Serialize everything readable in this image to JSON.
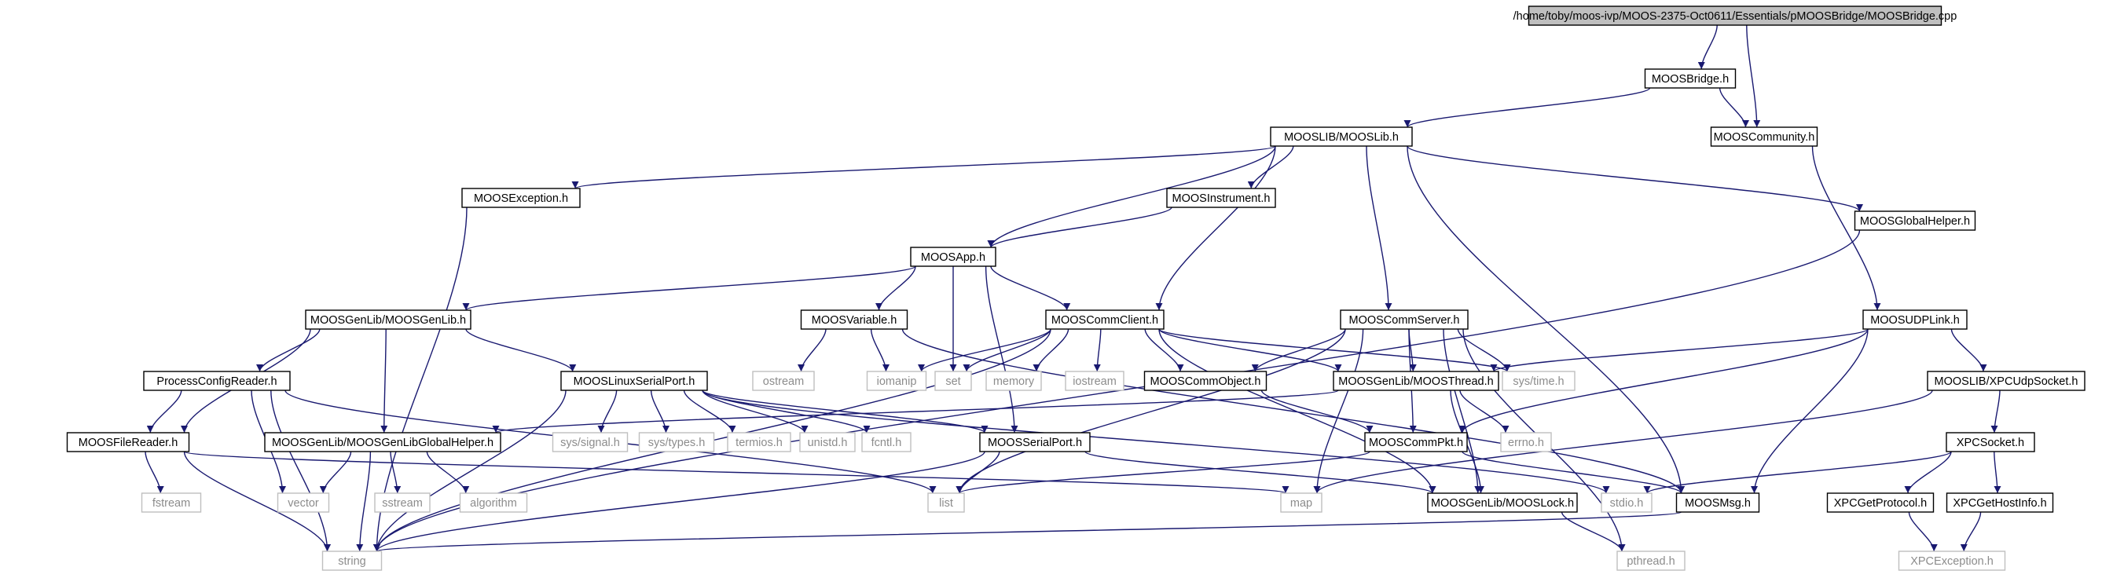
{
  "diagram": {
    "nodes": [
      {
        "id": "root",
        "label": "/home/toby/moos-ivp/MOOS-2375-Oct0611/Essentials/pMOOSBridge/MOOSBridge.cpp",
        "style": "root"
      },
      {
        "id": "moosbridge_h",
        "label": "MOOSBridge.h",
        "style": "header"
      },
      {
        "id": "mooscommunity_h",
        "label": "MOOSCommunity.h",
        "style": "header"
      },
      {
        "id": "mooslib_h",
        "label": "MOOSLIB/MOOSLib.h",
        "style": "header"
      },
      {
        "id": "moosexception_h",
        "label": "MOOSException.h",
        "style": "header"
      },
      {
        "id": "moosinstrument_h",
        "label": "MOOSInstrument.h",
        "style": "header"
      },
      {
        "id": "moosglobalhelper_h",
        "label": "MOOSGlobalHelper.h",
        "style": "header"
      },
      {
        "id": "moosapp_h",
        "label": "MOOSApp.h",
        "style": "header"
      },
      {
        "id": "moosgenlib_h",
        "label": "MOOSGenLib/MOOSGenLib.h",
        "style": "header"
      },
      {
        "id": "moosvariable_h",
        "label": "MOOSVariable.h",
        "style": "header"
      },
      {
        "id": "mooscommclient_h",
        "label": "MOOSCommClient.h",
        "style": "header"
      },
      {
        "id": "mooscommserver_h",
        "label": "MOOSCommServer.h",
        "style": "header"
      },
      {
        "id": "moosudplink_h",
        "label": "MOOSUDPLink.h",
        "style": "header"
      },
      {
        "id": "processconfigreader_h",
        "label": "ProcessConfigReader.h",
        "style": "header"
      },
      {
        "id": "mooslinuxserialport_h",
        "label": "MOOSLinuxSerialPort.h",
        "style": "header"
      },
      {
        "id": "ostream",
        "label": "ostream",
        "style": "system"
      },
      {
        "id": "iomanip",
        "label": "iomanip",
        "style": "system"
      },
      {
        "id": "set",
        "label": "set",
        "style": "system"
      },
      {
        "id": "memory",
        "label": "memory",
        "style": "system"
      },
      {
        "id": "iostream",
        "label": "iostream",
        "style": "system"
      },
      {
        "id": "mooscommobject_h",
        "label": "MOOSCommObject.h",
        "style": "header"
      },
      {
        "id": "moosthread_h",
        "label": "MOOSGenLib/MOOSThread.h",
        "style": "header"
      },
      {
        "id": "systime_h",
        "label": "sys/time.h",
        "style": "system"
      },
      {
        "id": "xpcudpsocket_h",
        "label": "MOOSLIB/XPCUdpSocket.h",
        "style": "header"
      },
      {
        "id": "moosfilereader_h",
        "label": "MOOSFileReader.h",
        "style": "header"
      },
      {
        "id": "moosgenlibglobalhelper_h",
        "label": "MOOSGenLib/MOOSGenLibGlobalHelper.h",
        "style": "header"
      },
      {
        "id": "syssignal_h",
        "label": "sys/signal.h",
        "style": "system"
      },
      {
        "id": "systypes_h",
        "label": "sys/types.h",
        "style": "system"
      },
      {
        "id": "termios_h",
        "label": "termios.h",
        "style": "system"
      },
      {
        "id": "unistd_h",
        "label": "unistd.h",
        "style": "system"
      },
      {
        "id": "fcntl_h",
        "label": "fcntl.h",
        "style": "system"
      },
      {
        "id": "mooscommpkt_h",
        "label": "MOOSCommPkt.h",
        "style": "header"
      },
      {
        "id": "errno_h",
        "label": "errno.h",
        "style": "system"
      },
      {
        "id": "xpcsocket_h",
        "label": "XPCSocket.h",
        "style": "header"
      },
      {
        "id": "mooserialport_h",
        "label": "MOOSSerialPort.h",
        "style": "header"
      },
      {
        "id": "fstream",
        "label": "fstream",
        "style": "system"
      },
      {
        "id": "vector",
        "label": "vector",
        "style": "system"
      },
      {
        "id": "sstream",
        "label": "sstream",
        "style": "system"
      },
      {
        "id": "algorithm",
        "label": "algorithm",
        "style": "system"
      },
      {
        "id": "list",
        "label": "list",
        "style": "system"
      },
      {
        "id": "map",
        "label": "map",
        "style": "system"
      },
      {
        "id": "mooslock_h",
        "label": "MOOSGenLib/MOOSLock.h",
        "style": "header"
      },
      {
        "id": "stdio_h",
        "label": "stdio.h",
        "style": "system"
      },
      {
        "id": "moosmsg_h",
        "label": "MOOSMsg.h",
        "style": "header"
      },
      {
        "id": "xpcgetprotocol_h",
        "label": "XPCGetProtocol.h",
        "style": "header"
      },
      {
        "id": "xpcgethostinfo_h",
        "label": "XPCGetHostInfo.h",
        "style": "header"
      },
      {
        "id": "string",
        "label": "string",
        "style": "system"
      },
      {
        "id": "pthread_h",
        "label": "pthread.h",
        "style": "system"
      },
      {
        "id": "xpcexception_h",
        "label": "XPCException.h",
        "style": "system"
      }
    ],
    "edges": [
      [
        "root",
        "moosbridge_h"
      ],
      [
        "root",
        "mooscommunity_h"
      ],
      [
        "moosbridge_h",
        "mooslib_h"
      ],
      [
        "moosbridge_h",
        "mooscommunity_h"
      ],
      [
        "mooscommunity_h",
        "moosudplink_h"
      ],
      [
        "mooslib_h",
        "moosexception_h"
      ],
      [
        "mooslib_h",
        "moosinstrument_h"
      ],
      [
        "mooslib_h",
        "moosapp_h"
      ],
      [
        "mooslib_h",
        "mooscommclient_h"
      ],
      [
        "mooslib_h",
        "mooscommserver_h"
      ],
      [
        "mooslib_h",
        "moosglobalhelper_h"
      ],
      [
        "mooslib_h",
        "moosmsg_h"
      ],
      [
        "moosexception_h",
        "string"
      ],
      [
        "moosinstrument_h",
        "moosapp_h"
      ],
      [
        "moosglobalhelper_h",
        "string"
      ],
      [
        "moosapp_h",
        "moosgenlib_h"
      ],
      [
        "moosapp_h",
        "moosvariable_h"
      ],
      [
        "moosapp_h",
        "mooscommclient_h"
      ],
      [
        "moosapp_h",
        "set"
      ],
      [
        "moosapp_h",
        "mooserialport_h"
      ],
      [
        "moosgenlib_h",
        "processconfigreader_h"
      ],
      [
        "moosgenlib_h",
        "mooslinuxserialport_h"
      ],
      [
        "moosgenlib_h",
        "moosgenlibglobalhelper_h"
      ],
      [
        "moosgenlib_h",
        "moosfilereader_h"
      ],
      [
        "moosvariable_h",
        "ostream"
      ],
      [
        "moosvariable_h",
        "iomanip"
      ],
      [
        "moosvariable_h",
        "moosmsg_h"
      ],
      [
        "mooscommclient_h",
        "iomanip"
      ],
      [
        "mooscommclient_h",
        "set"
      ],
      [
        "mooscommclient_h",
        "memory"
      ],
      [
        "mooscommclient_h",
        "iostream"
      ],
      [
        "mooscommclient_h",
        "mooscommobject_h"
      ],
      [
        "mooscommclient_h",
        "moosthread_h"
      ],
      [
        "mooscommclient_h",
        "string"
      ],
      [
        "mooscommclient_h",
        "systime_h"
      ],
      [
        "mooscommclient_h",
        "mooslock_h"
      ],
      [
        "mooscommserver_h",
        "mooscommobject_h"
      ],
      [
        "mooscommserver_h",
        "moosthread_h"
      ],
      [
        "mooscommserver_h",
        "systime_h"
      ],
      [
        "mooscommserver_h",
        "mooscommpkt_h"
      ],
      [
        "mooscommserver_h",
        "list"
      ],
      [
        "mooscommserver_h",
        "map"
      ],
      [
        "mooscommserver_h",
        "mooslock_h"
      ],
      [
        "mooscommserver_h",
        "pthread_h"
      ],
      [
        "moosudplink_h",
        "moosthread_h"
      ],
      [
        "moosudplink_h",
        "xpcudpsocket_h"
      ],
      [
        "moosudplink_h",
        "mooscommpkt_h"
      ],
      [
        "moosudplink_h",
        "moosmsg_h"
      ],
      [
        "processconfigreader_h",
        "moosfilereader_h"
      ],
      [
        "processconfigreader_h",
        "vector"
      ],
      [
        "processconfigreader_h",
        "string"
      ],
      [
        "processconfigreader_h",
        "list"
      ],
      [
        "mooslinuxserialport_h",
        "syssignal_h"
      ],
      [
        "mooslinuxserialport_h",
        "systypes_h"
      ],
      [
        "mooslinuxserialport_h",
        "termios_h"
      ],
      [
        "mooslinuxserialport_h",
        "unistd_h"
      ],
      [
        "mooslinuxserialport_h",
        "fcntl_h"
      ],
      [
        "mooslinuxserialport_h",
        "mooserialport_h"
      ],
      [
        "mooslinuxserialport_h",
        "string"
      ],
      [
        "mooslinuxserialport_h",
        "stdio_h"
      ],
      [
        "mooscommobject_h",
        "mooscommpkt_h"
      ],
      [
        "moosthread_h",
        "errno_h"
      ],
      [
        "moosthread_h",
        "mooslock_h"
      ],
      [
        "moosthread_h",
        "moosgenlibglobalhelper_h"
      ],
      [
        "xpcudpsocket_h",
        "xpcsocket_h"
      ],
      [
        "xpcudpsocket_h",
        "map"
      ],
      [
        "moosfilereader_h",
        "fstream"
      ],
      [
        "moosfilereader_h",
        "string"
      ],
      [
        "moosfilereader_h",
        "map"
      ],
      [
        "moosgenlibglobalhelper_h",
        "vector"
      ],
      [
        "moosgenlibglobalhelper_h",
        "sstream"
      ],
      [
        "moosgenlibglobalhelper_h",
        "algorithm"
      ],
      [
        "moosgenlibglobalhelper_h",
        "string"
      ],
      [
        "mooscommpkt_h",
        "list"
      ],
      [
        "mooscommpkt_h",
        "moosmsg_h"
      ],
      [
        "xpcsocket_h",
        "xpcgetprotocol_h"
      ],
      [
        "xpcsocket_h",
        "xpcgethostinfo_h"
      ],
      [
        "xpcsocket_h",
        "stdio_h"
      ],
      [
        "mooserialport_h",
        "list"
      ],
      [
        "mooserialport_h",
        "string"
      ],
      [
        "mooserialport_h",
        "mooslock_h"
      ],
      [
        "mooslock_h",
        "pthread_h"
      ],
      [
        "moosmsg_h",
        "string"
      ],
      [
        "xpcgetprotocol_h",
        "xpcexception_h"
      ],
      [
        "xpcgethostinfo_h",
        "xpcexception_h"
      ]
    ],
    "colors": {
      "root_fill": "#bfbfbf",
      "header_border": "#000000",
      "system_border": "#bfbfbf",
      "system_text": "#8c8c8c",
      "header_text": "#000000",
      "edge": "#191970"
    }
  }
}
